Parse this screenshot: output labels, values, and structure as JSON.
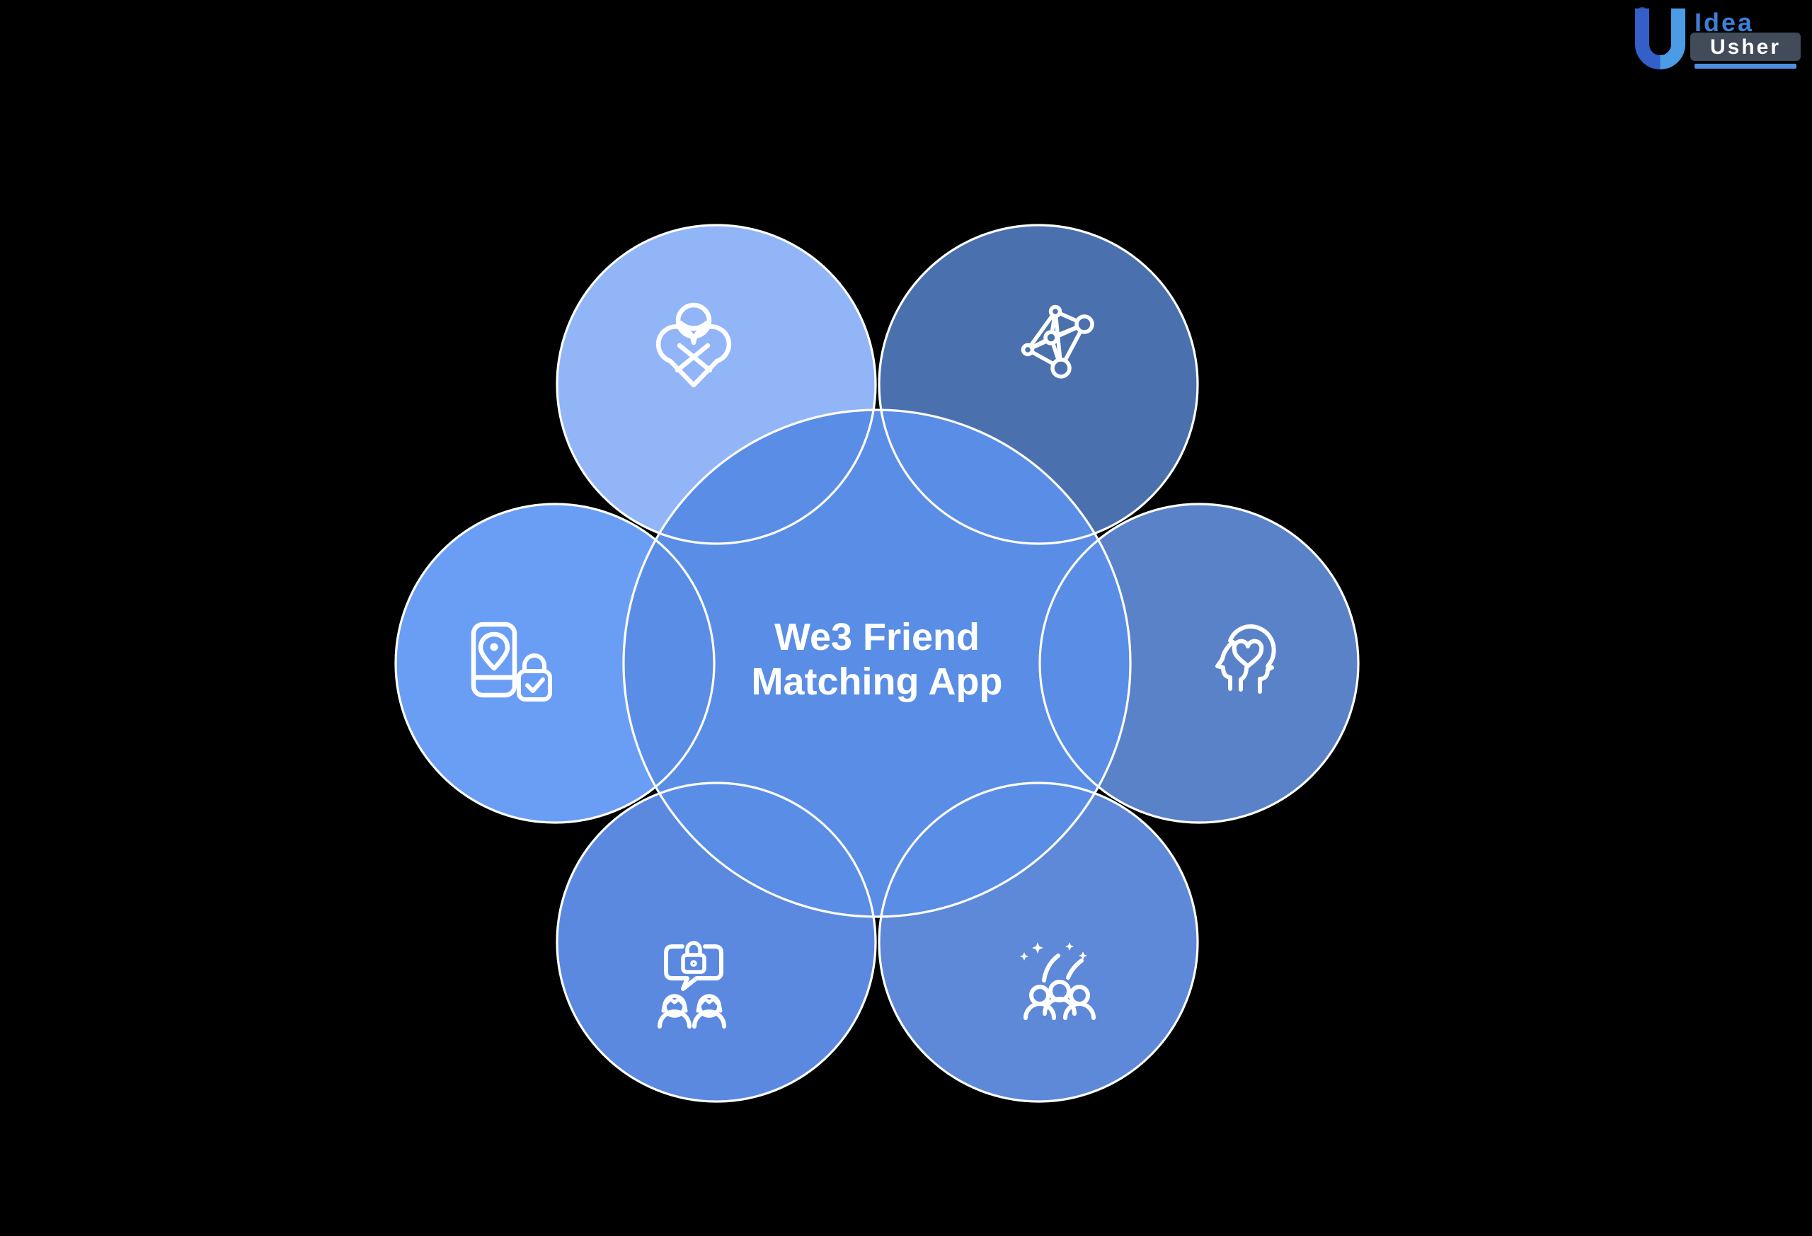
{
  "background_color": "#000000",
  "logo": {
    "brand_top": "Idea",
    "brand_bottom": "Usher",
    "u_color_left": "#355FC8",
    "u_color_right": "#4B9BE6",
    "dot_color": "#2A3F96",
    "idea_color": "#3D7FD6",
    "usher_box_color": "#424B59",
    "tagline_bar_color": "#4D8FE0"
  },
  "diagram": {
    "title_line1": "We3 Friend",
    "title_line2": "Matching App",
    "stroke_color": "#FFFFFF",
    "center": {
      "label": "We3 Friend Matching App",
      "color": "#5A8DE5"
    },
    "petals": [
      {
        "position": "top-left",
        "icon": "person-heart-icon",
        "color": "#92B5F8"
      },
      {
        "position": "top-right",
        "icon": "network-graph-icon",
        "color": "#4A71AE"
      },
      {
        "position": "left",
        "icon": "phone-location-lock-icon",
        "color": "#6A9EF5"
      },
      {
        "position": "right",
        "icon": "head-heart-icon",
        "color": "#5A82C8"
      },
      {
        "position": "bottom-left",
        "icon": "secure-chat-people-icon",
        "color": "#5C89E0"
      },
      {
        "position": "bottom-right",
        "icon": "people-celebration-icon",
        "color": "#5E88D8"
      }
    ]
  }
}
